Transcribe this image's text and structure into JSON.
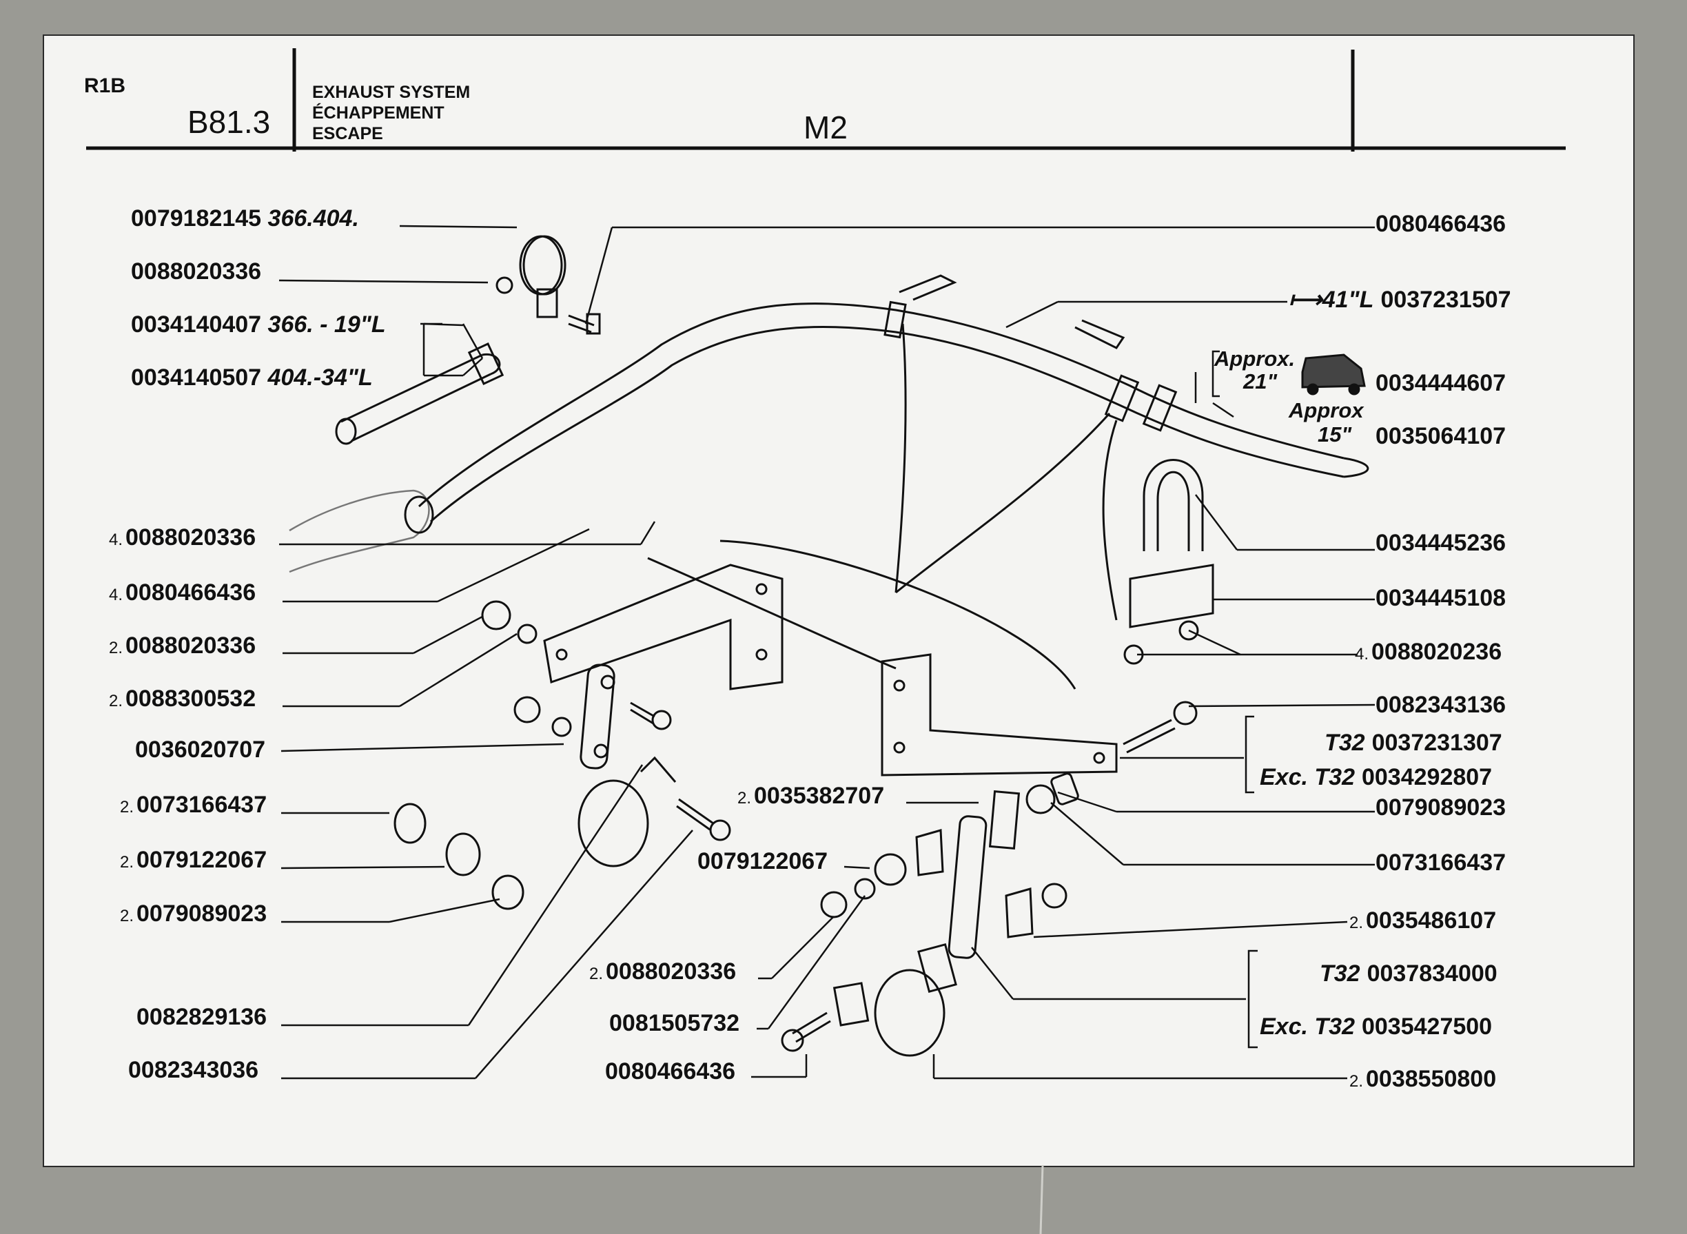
{
  "header": {
    "series": "R1B",
    "section_code": "B81.3",
    "title_en": "EXHAUST SYSTEM",
    "title_fr": "ÉCHAPPEMENT",
    "title_es": "ESCAPE",
    "model": "M2"
  },
  "annotations": {
    "approx_21_a": "Approx.",
    "approx_21_b": "21\"",
    "approx_15_a": "Approx",
    "approx_15_b": "15\""
  },
  "left_labels": [
    {
      "qty": "",
      "part": "0079182145",
      "note": "366.404."
    },
    {
      "qty": "",
      "part": "0088020336",
      "note": ""
    },
    {
      "qty": "",
      "part": "0034140407",
      "note": "366. - 19\"L"
    },
    {
      "qty": "",
      "part": "0034140507",
      "note": "404.-34\"L"
    },
    {
      "qty": "4.",
      "part": "0088020336",
      "note": ""
    },
    {
      "qty": "4.",
      "part": "0080466436",
      "note": ""
    },
    {
      "qty": "2.",
      "part": "0088020336",
      "note": ""
    },
    {
      "qty": "2.",
      "part": "0088300532",
      "note": ""
    },
    {
      "qty": "",
      "part": "0036020707",
      "note": ""
    },
    {
      "qty": "2.",
      "part": "0073166437",
      "note": ""
    },
    {
      "qty": "2.",
      "part": "0079122067",
      "note": ""
    },
    {
      "qty": "2.",
      "part": "0079089023",
      "note": ""
    },
    {
      "qty": "",
      "part": "0082829136",
      "note": ""
    },
    {
      "qty": "",
      "part": "0082343036",
      "note": ""
    }
  ],
  "center_labels": [
    {
      "qty": "2.",
      "part": "0035382707",
      "note": ""
    },
    {
      "qty": "",
      "part": "0079122067",
      "note": ""
    },
    {
      "qty": "2.",
      "part": "0088020336",
      "note": ""
    },
    {
      "qty": "",
      "part": "0081505732",
      "note": ""
    },
    {
      "qty": "",
      "part": "0080466436",
      "note": ""
    }
  ],
  "right_labels": [
    {
      "qty": "",
      "part": "0080466436",
      "note": ""
    },
    {
      "qty": "",
      "part": "0037231507",
      "note": "⟼41\"L"
    },
    {
      "qty": "",
      "part": "0034444607",
      "note": ""
    },
    {
      "qty": "",
      "part": "0035064107",
      "note": ""
    },
    {
      "qty": "",
      "part": "0034445236",
      "note": ""
    },
    {
      "qty": "",
      "part": "0034445108",
      "note": ""
    },
    {
      "qty": "4.",
      "part": "0088020236",
      "note": ""
    },
    {
      "qty": "",
      "part": "0082343136",
      "note": ""
    },
    {
      "qty": "",
      "part": "0037231307",
      "note": "T32"
    },
    {
      "qty": "",
      "part": "0034292807",
      "note": "Exc. T32"
    },
    {
      "qty": "",
      "part": "0079089023",
      "note": ""
    },
    {
      "qty": "",
      "part": "0073166437",
      "note": ""
    },
    {
      "qty": "2.",
      "part": "0035486107",
      "note": ""
    },
    {
      "qty": "",
      "part": "0037834000",
      "note": "T32"
    },
    {
      "qty": "",
      "part": "0035427500",
      "note": "Exc. T32"
    },
    {
      "qty": "2.",
      "part": "0038550800",
      "note": ""
    }
  ]
}
